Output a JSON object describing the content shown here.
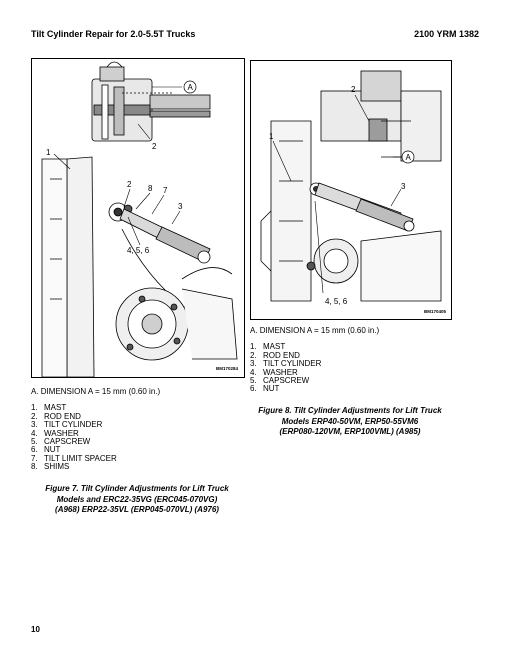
{
  "header": {
    "left": "Tilt Cylinder Repair for 2.0-5.5T Trucks",
    "right": "2100 YRM 1382"
  },
  "figure7": {
    "image_id": "BM170284",
    "callouts": [
      "A",
      "2",
      "1",
      "2",
      "8",
      "7",
      "3",
      "4, 5, 6"
    ],
    "dimension_note": "A.  DIMENSION A = 15 mm (0.60 in.)",
    "legend": [
      {
        "num": "1.",
        "text": "MAST"
      },
      {
        "num": "2.",
        "text": "ROD END"
      },
      {
        "num": "3.",
        "text": "TILT CYLINDER"
      },
      {
        "num": "4.",
        "text": "WASHER"
      },
      {
        "num": "5.",
        "text": "CAPSCREW"
      },
      {
        "num": "6.",
        "text": "NUT"
      },
      {
        "num": "7.",
        "text": "TILT LIMIT SPACER"
      },
      {
        "num": "8.",
        "text": "SHIMS"
      }
    ],
    "caption_lines": [
      "Figure 7. Tilt Cylinder Adjustments for Lift Truck",
      "Models and ERC22-35VG (ERC045-070VG)",
      "(A968) ERP22-35VL (ERP045-070VL) (A976)"
    ]
  },
  "figure8": {
    "image_id": "BM170405",
    "callouts": [
      "2",
      "1",
      "A",
      "3",
      "4, 5, 6"
    ],
    "dimension_note": "A.  DIMENSION A = 15 mm (0.60 in.)",
    "legend": [
      {
        "num": "1.",
        "text": "MAST"
      },
      {
        "num": "2.",
        "text": "ROD END"
      },
      {
        "num": "3.",
        "text": "TILT CYLINDER"
      },
      {
        "num": "4.",
        "text": "WASHER"
      },
      {
        "num": "5.",
        "text": "CAPSCREW"
      },
      {
        "num": "6.",
        "text": "NUT"
      }
    ],
    "caption_lines": [
      "Figure 8. Tilt Cylinder Adjustments for Lift Truck",
      "Models ERP40-50VM, ERP50-55VM6",
      "(ERP080-120VM, ERP100VML) (A985)"
    ]
  },
  "footer": {
    "page_number": "10"
  }
}
